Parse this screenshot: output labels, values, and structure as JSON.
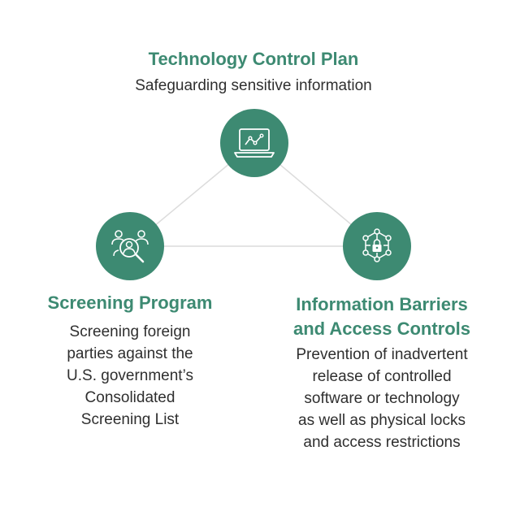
{
  "top": {
    "title": "Technology Control Plan",
    "description": "Safeguarding sensitive information",
    "icon": "laptop-chart-icon"
  },
  "left": {
    "title": "Screening Program",
    "description_lines": [
      "Screening foreign",
      "parties against the",
      "U.S. government’s",
      "Consolidated",
      "Screening List"
    ],
    "icon": "people-search-icon"
  },
  "right": {
    "title_lines": [
      "Information Barriers",
      "and Access Controls"
    ],
    "description_lines": [
      "Prevention of inadvertent",
      "release of controlled",
      "software or technology",
      "as well as physical locks",
      "and access restrictions"
    ],
    "icon": "network-lock-icon"
  },
  "colors": {
    "accent": "#3d8a72",
    "connector": "#dcdcdc",
    "text": "#2f2f2f"
  }
}
